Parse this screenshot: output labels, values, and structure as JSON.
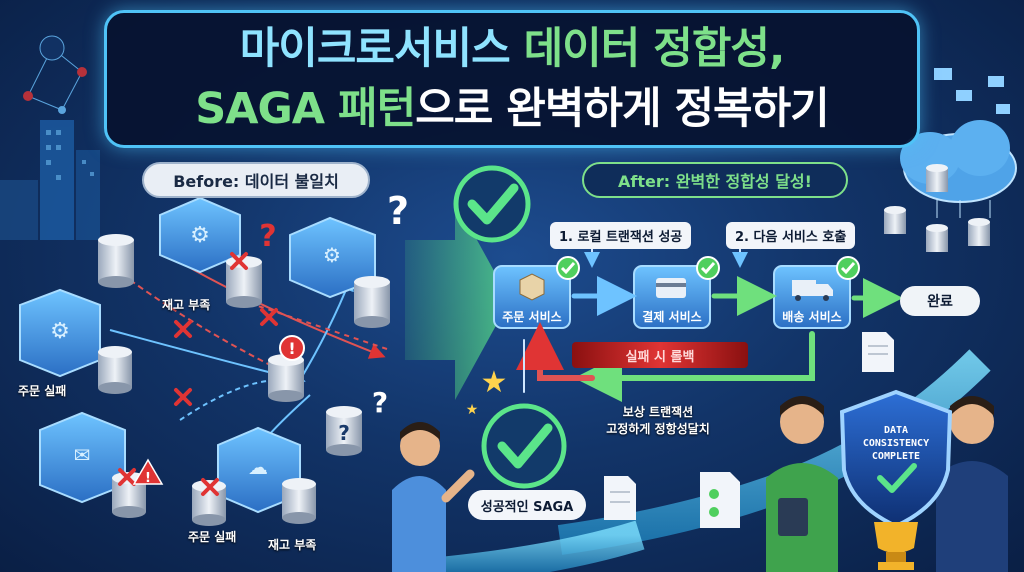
{
  "title": {
    "line1_a": "마이크로서비스",
    "line1_b": "데이터 정합성,",
    "line2_a": "SAGA 패턴",
    "line2_b": "으로 완벽하게 정복하기"
  },
  "before": {
    "label": "Before: 데이터 불일치",
    "captions": {
      "stock_shortage_top": "재고 부족",
      "order_fail_left": "주문 실패",
      "order_fail_bottom": "주문 실패",
      "stock_shortage_bottom": "재고 부족"
    }
  },
  "after": {
    "label": "After: 완벽한 정합성 달성!",
    "step1": "1. 로컬 트랜잭션 성공",
    "step2": "2. 다음 서비스 호출",
    "services": [
      "주문 서비스",
      "결제 서비스",
      "배송 서비스"
    ],
    "complete": "완료",
    "rollback": "실패 시 롤백",
    "compensation_line1": "보상 트랜잭션",
    "compensation_line2": "고정하게 정항성달치",
    "success_saga": "성공적인 SAGA",
    "shield": [
      "DATA",
      "CONSISTENCY",
      "COMPLETE"
    ]
  },
  "colors": {
    "accent": "#4fc3f7",
    "success": "#7ee08a",
    "error": "#e03434",
    "background": "#123468"
  }
}
